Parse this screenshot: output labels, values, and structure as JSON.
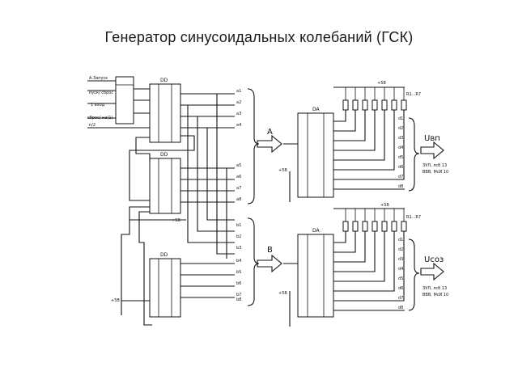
{
  "title": "Генератор синусоидальных колебаний (ГСК)",
  "labels": {
    "bus_a": "A",
    "bus_b": "B",
    "out_a": "Uвп",
    "out_b": "Uсоз",
    "in_start": "n/2",
    "dd_top": "DD",
    "dd_mid": "DD",
    "dd_low": "DD",
    "dac_a": "DA",
    "dac_b": "DA"
  },
  "bus_a_lines": [
    "a1",
    "a2",
    "a3",
    "a4",
    "a5",
    "a6",
    "a7",
    "a8"
  ],
  "bus_b_lines": [
    "b1",
    "b2",
    "b3",
    "b4",
    "b5",
    "b6",
    "b7",
    "b8"
  ],
  "dac_a_outputs": [
    "d1",
    "d2",
    "d3",
    "d4",
    "d5",
    "d6",
    "d7",
    "d8"
  ],
  "dac_b_outputs": [
    "d1",
    "d2",
    "d3",
    "d4",
    "d5",
    "d6",
    "d7",
    "d8"
  ]
}
